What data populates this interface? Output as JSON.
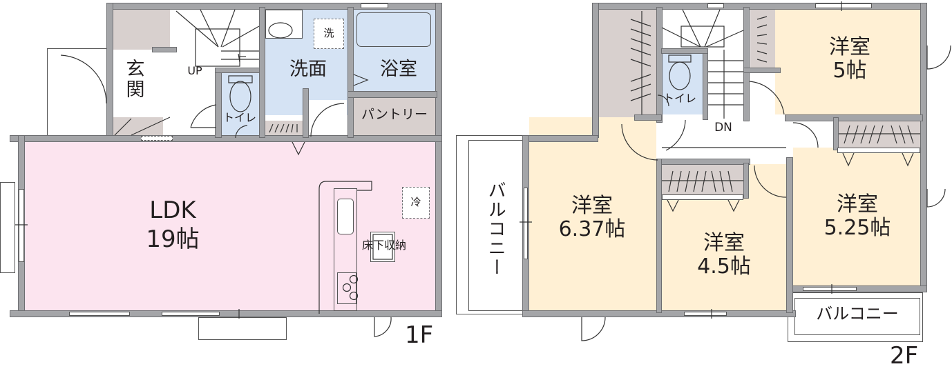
{
  "floor1": {
    "label": "1F",
    "rooms": {
      "entrance": "玄\n関",
      "stairs": "UP",
      "toilet": "トイレ",
      "washroom": "洗面",
      "washer": "洗",
      "bath": "浴室",
      "pantry": "パントリー",
      "ldk_name": "LDK",
      "ldk_size": "19帖",
      "fridge": "冷",
      "underfloor": "床下収納"
    }
  },
  "floor2": {
    "label": "2F",
    "rooms": {
      "stairs": "DN",
      "toilet": "トイレ",
      "room_ne": "洋室\n5帖",
      "room_w": "洋室\n6.37帖",
      "room_c": "洋室\n4.5帖",
      "room_e": "洋室\n5.25帖",
      "balcony_w": "バルコニー",
      "balcony_se": "バルコニー"
    }
  },
  "colors": {
    "wall": "#a4a5a8",
    "ldk": "#fce4ef",
    "wet_area": "#d5e3f4",
    "western_room": "#fff0d4",
    "storage": "#d8d0ce"
  }
}
